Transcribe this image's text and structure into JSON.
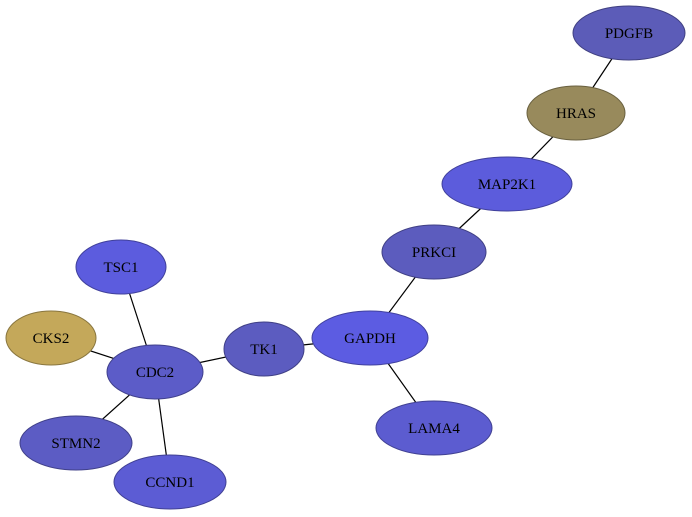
{
  "nodes": [
    {
      "id": "PDGFB",
      "label": "PDGFB",
      "fill": "#5c5cb8"
    },
    {
      "id": "HRAS",
      "label": "HRAS",
      "fill": "#988a5c"
    },
    {
      "id": "MAP2K1",
      "label": "MAP2K1",
      "fill": "#5c5cdc"
    },
    {
      "id": "PRKCI",
      "label": "PRKCI",
      "fill": "#5c5cbe"
    },
    {
      "id": "GAPDH",
      "label": "GAPDH",
      "fill": "#5c5ce2"
    },
    {
      "id": "LAMA4",
      "label": "LAMA4",
      "fill": "#5c5cd0"
    },
    {
      "id": "TK1",
      "label": "TK1",
      "fill": "#5c5cc0"
    },
    {
      "id": "CDC2",
      "label": "CDC2",
      "fill": "#5c5cc8"
    },
    {
      "id": "TSC1",
      "label": "TSC1",
      "fill": "#5c5cde"
    },
    {
      "id": "CKS2",
      "label": "CKS2",
      "fill": "#c4a85a"
    },
    {
      "id": "STMN2",
      "label": "STMN2",
      "fill": "#5c5cc4"
    },
    {
      "id": "CCND1",
      "label": "CCND1",
      "fill": "#5c5cd4"
    }
  ],
  "edges": [
    [
      "PDGFB",
      "HRAS"
    ],
    [
      "HRAS",
      "MAP2K1"
    ],
    [
      "MAP2K1",
      "PRKCI"
    ],
    [
      "PRKCI",
      "GAPDH"
    ],
    [
      "GAPDH",
      "LAMA4"
    ],
    [
      "GAPDH",
      "TK1"
    ],
    [
      "TK1",
      "CDC2"
    ],
    [
      "CDC2",
      "TSC1"
    ],
    [
      "CDC2",
      "CKS2"
    ],
    [
      "CDC2",
      "STMN2"
    ],
    [
      "CDC2",
      "CCND1"
    ]
  ]
}
